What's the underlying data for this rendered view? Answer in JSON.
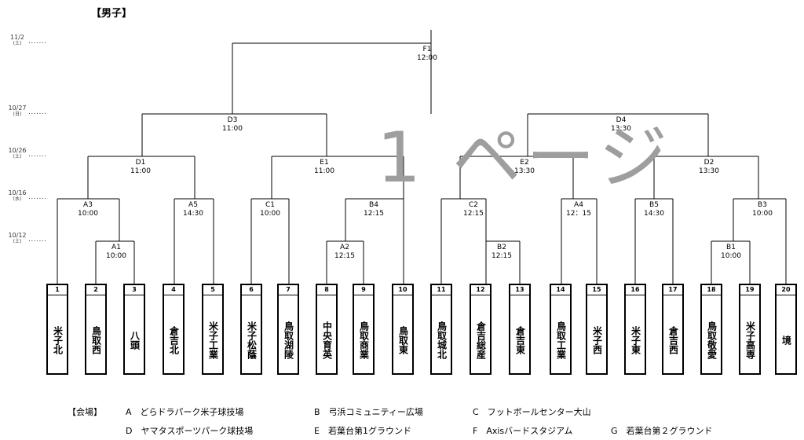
{
  "title": "【男子】",
  "watermark": "1 ページ",
  "dates": [
    {
      "date": "11/2",
      "weekday": "(土)"
    },
    {
      "date": "10/27",
      "weekday": "(日)"
    },
    {
      "date": "10/26",
      "weekday": "(土)"
    },
    {
      "date": "10/16",
      "weekday": "(水)"
    },
    {
      "date": "10/12",
      "weekday": "(土)"
    }
  ],
  "matches": {
    "F1": {
      "code": "F1",
      "time": "12:00"
    },
    "D3": {
      "code": "D3",
      "time": "11:00"
    },
    "D4": {
      "code": "D4",
      "time": "13:30"
    },
    "D1": {
      "code": "D1",
      "time": "11:00"
    },
    "E1": {
      "code": "E1",
      "time": "11:00"
    },
    "E2": {
      "code": "E2",
      "time": "13:30"
    },
    "D2": {
      "code": "D2",
      "time": "13:30"
    },
    "A3": {
      "code": "A3",
      "time": "10:00"
    },
    "A5": {
      "code": "A5",
      "time": "14:30"
    },
    "C1": {
      "code": "C1",
      "time": "10:00"
    },
    "B4": {
      "code": "B4",
      "time": "12:15"
    },
    "C2": {
      "code": "C2",
      "time": "12:15"
    },
    "A4": {
      "code": "A4",
      "time": "12：15"
    },
    "B5": {
      "code": "B5",
      "time": "14:30"
    },
    "B3": {
      "code": "B3",
      "time": "10:00"
    },
    "A1": {
      "code": "A1",
      "time": "10:00"
    },
    "A2": {
      "code": "A2",
      "time": "12:15"
    },
    "B2": {
      "code": "B2",
      "time": "12:15"
    },
    "B1": {
      "code": "B1",
      "time": "10:00"
    }
  },
  "teams": [
    {
      "num": "1",
      "name": "米子北"
    },
    {
      "num": "2",
      "name": "鳥取西"
    },
    {
      "num": "3",
      "name": "八頭"
    },
    {
      "num": "4",
      "name": "倉吉北"
    },
    {
      "num": "5",
      "name": "米子工業"
    },
    {
      "num": "6",
      "name": "米子松蔭"
    },
    {
      "num": "7",
      "name": "鳥取湖陵"
    },
    {
      "num": "8",
      "name": "中央育英"
    },
    {
      "num": "9",
      "name": "鳥取商業"
    },
    {
      "num": "10",
      "name": "鳥取東"
    },
    {
      "num": "11",
      "name": "鳥取城北"
    },
    {
      "num": "12",
      "name": "倉吉総産"
    },
    {
      "num": "13",
      "name": "倉吉東"
    },
    {
      "num": "14",
      "name": "鳥取工業"
    },
    {
      "num": "15",
      "name": "米子西"
    },
    {
      "num": "16",
      "name": "米子東"
    },
    {
      "num": "17",
      "name": "倉吉西"
    },
    {
      "num": "18",
      "name": "鳥取敬愛"
    },
    {
      "num": "19",
      "name": "米子高専"
    },
    {
      "num": "20",
      "name": "境"
    }
  ],
  "venues": {
    "title": "【会場】",
    "A": "A　どらドラパーク米子球技場",
    "B": "B　弓浜コミュニティー広場",
    "C": "C　フットボールセンター大山",
    "D": "D　ヤマタスポーツパーク球技場",
    "E": "E　若葉台第1グラウンド",
    "F": "F　Axisバードスタジアム",
    "G": "G　若葉台第２グラウンド"
  }
}
